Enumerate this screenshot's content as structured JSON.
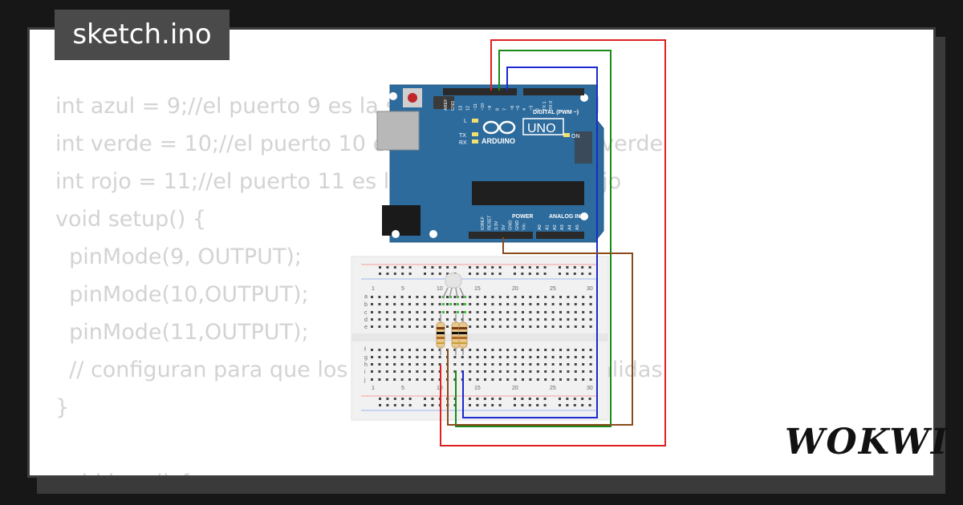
{
  "title": "sketch.ino",
  "code_lines": [
    "int azul = 9;//el puerto 9 es la salida del color azul",
    "int verde = 10;//el puerto 10 es la salida del color verde",
    "int rojo = 11;//el puerto 11 es la salida del color rojo",
    "void setup() {",
    "  pinMode(9, OUTPUT);",
    "  pinMode(10,OUTPUT);",
    "  pinMode(11,OUTPUT);",
    "  // configuran para que los pines 9,10 y 11 sean salidas",
    "}",
    "",
    "void loop() {"
  ],
  "arduino": {
    "brand": "ARDUINO",
    "model": "UNO",
    "digital_label": "DIGITAL (PWM ~)",
    "power_label": "POWER",
    "analog_label": "ANALOG IN",
    "on_label": "ON",
    "l_label": "L",
    "tx_label": "TX",
    "rx_label": "RX",
    "top_pin_labels": [
      "AREF",
      "GND",
      "13",
      "12",
      "~11",
      "~10",
      "~9",
      "8",
      "7",
      "~6",
      "~5",
      "4",
      "~3",
      "2",
      "TX 1",
      "RX 0"
    ],
    "power_pin_labels": [
      "IOREF",
      "RESET",
      "3.3V",
      "5V",
      "GND",
      "GND",
      "Vin"
    ],
    "analog_pin_labels": [
      "A0",
      "A1",
      "A2",
      "A3",
      "A4",
      "A5"
    ]
  },
  "breadboard": {
    "column_numbers": [
      "1",
      "5",
      "10",
      "15",
      "20",
      "25",
      "30"
    ],
    "row_letters_top": [
      "a",
      "b",
      "c",
      "d",
      "e"
    ],
    "row_letters_bottom": [
      "f",
      "g",
      "h",
      "i",
      "j"
    ]
  },
  "wires": {
    "red": "#e02020",
    "green": "#1a8a1a",
    "blue": "#1a2ad0",
    "brown": "#8a4a1a"
  },
  "brand_logo": "WOKWI"
}
